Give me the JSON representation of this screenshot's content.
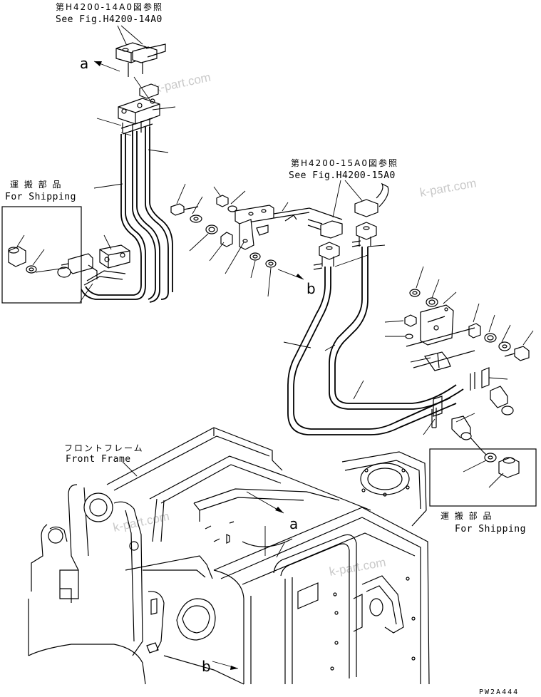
{
  "references": {
    "fig_14a0_jp": "第H4200-14A0図参照",
    "fig_14a0_en": "See Fig.H4200-14A0",
    "fig_15a0_jp": "第H4200-15A0図参照",
    "fig_15a0_en": "See Fig.H4200-15A0"
  },
  "shipping": {
    "left_jp": "運 搬 部 品",
    "left_en": "For Shipping",
    "right_jp": "運 搬 部 品",
    "right_en": "For Shipping"
  },
  "front_frame": {
    "jp": "フロントフレーム",
    "en": "Front Frame"
  },
  "markers": {
    "a_top": "a",
    "a_frame": "a",
    "b_right": "b",
    "b_bottom": "b"
  },
  "watermarks": [
    "k-part.com",
    "k-part.com",
    "k-part.com",
    "k-part.com"
  ],
  "drawing_code": "PW2A444"
}
